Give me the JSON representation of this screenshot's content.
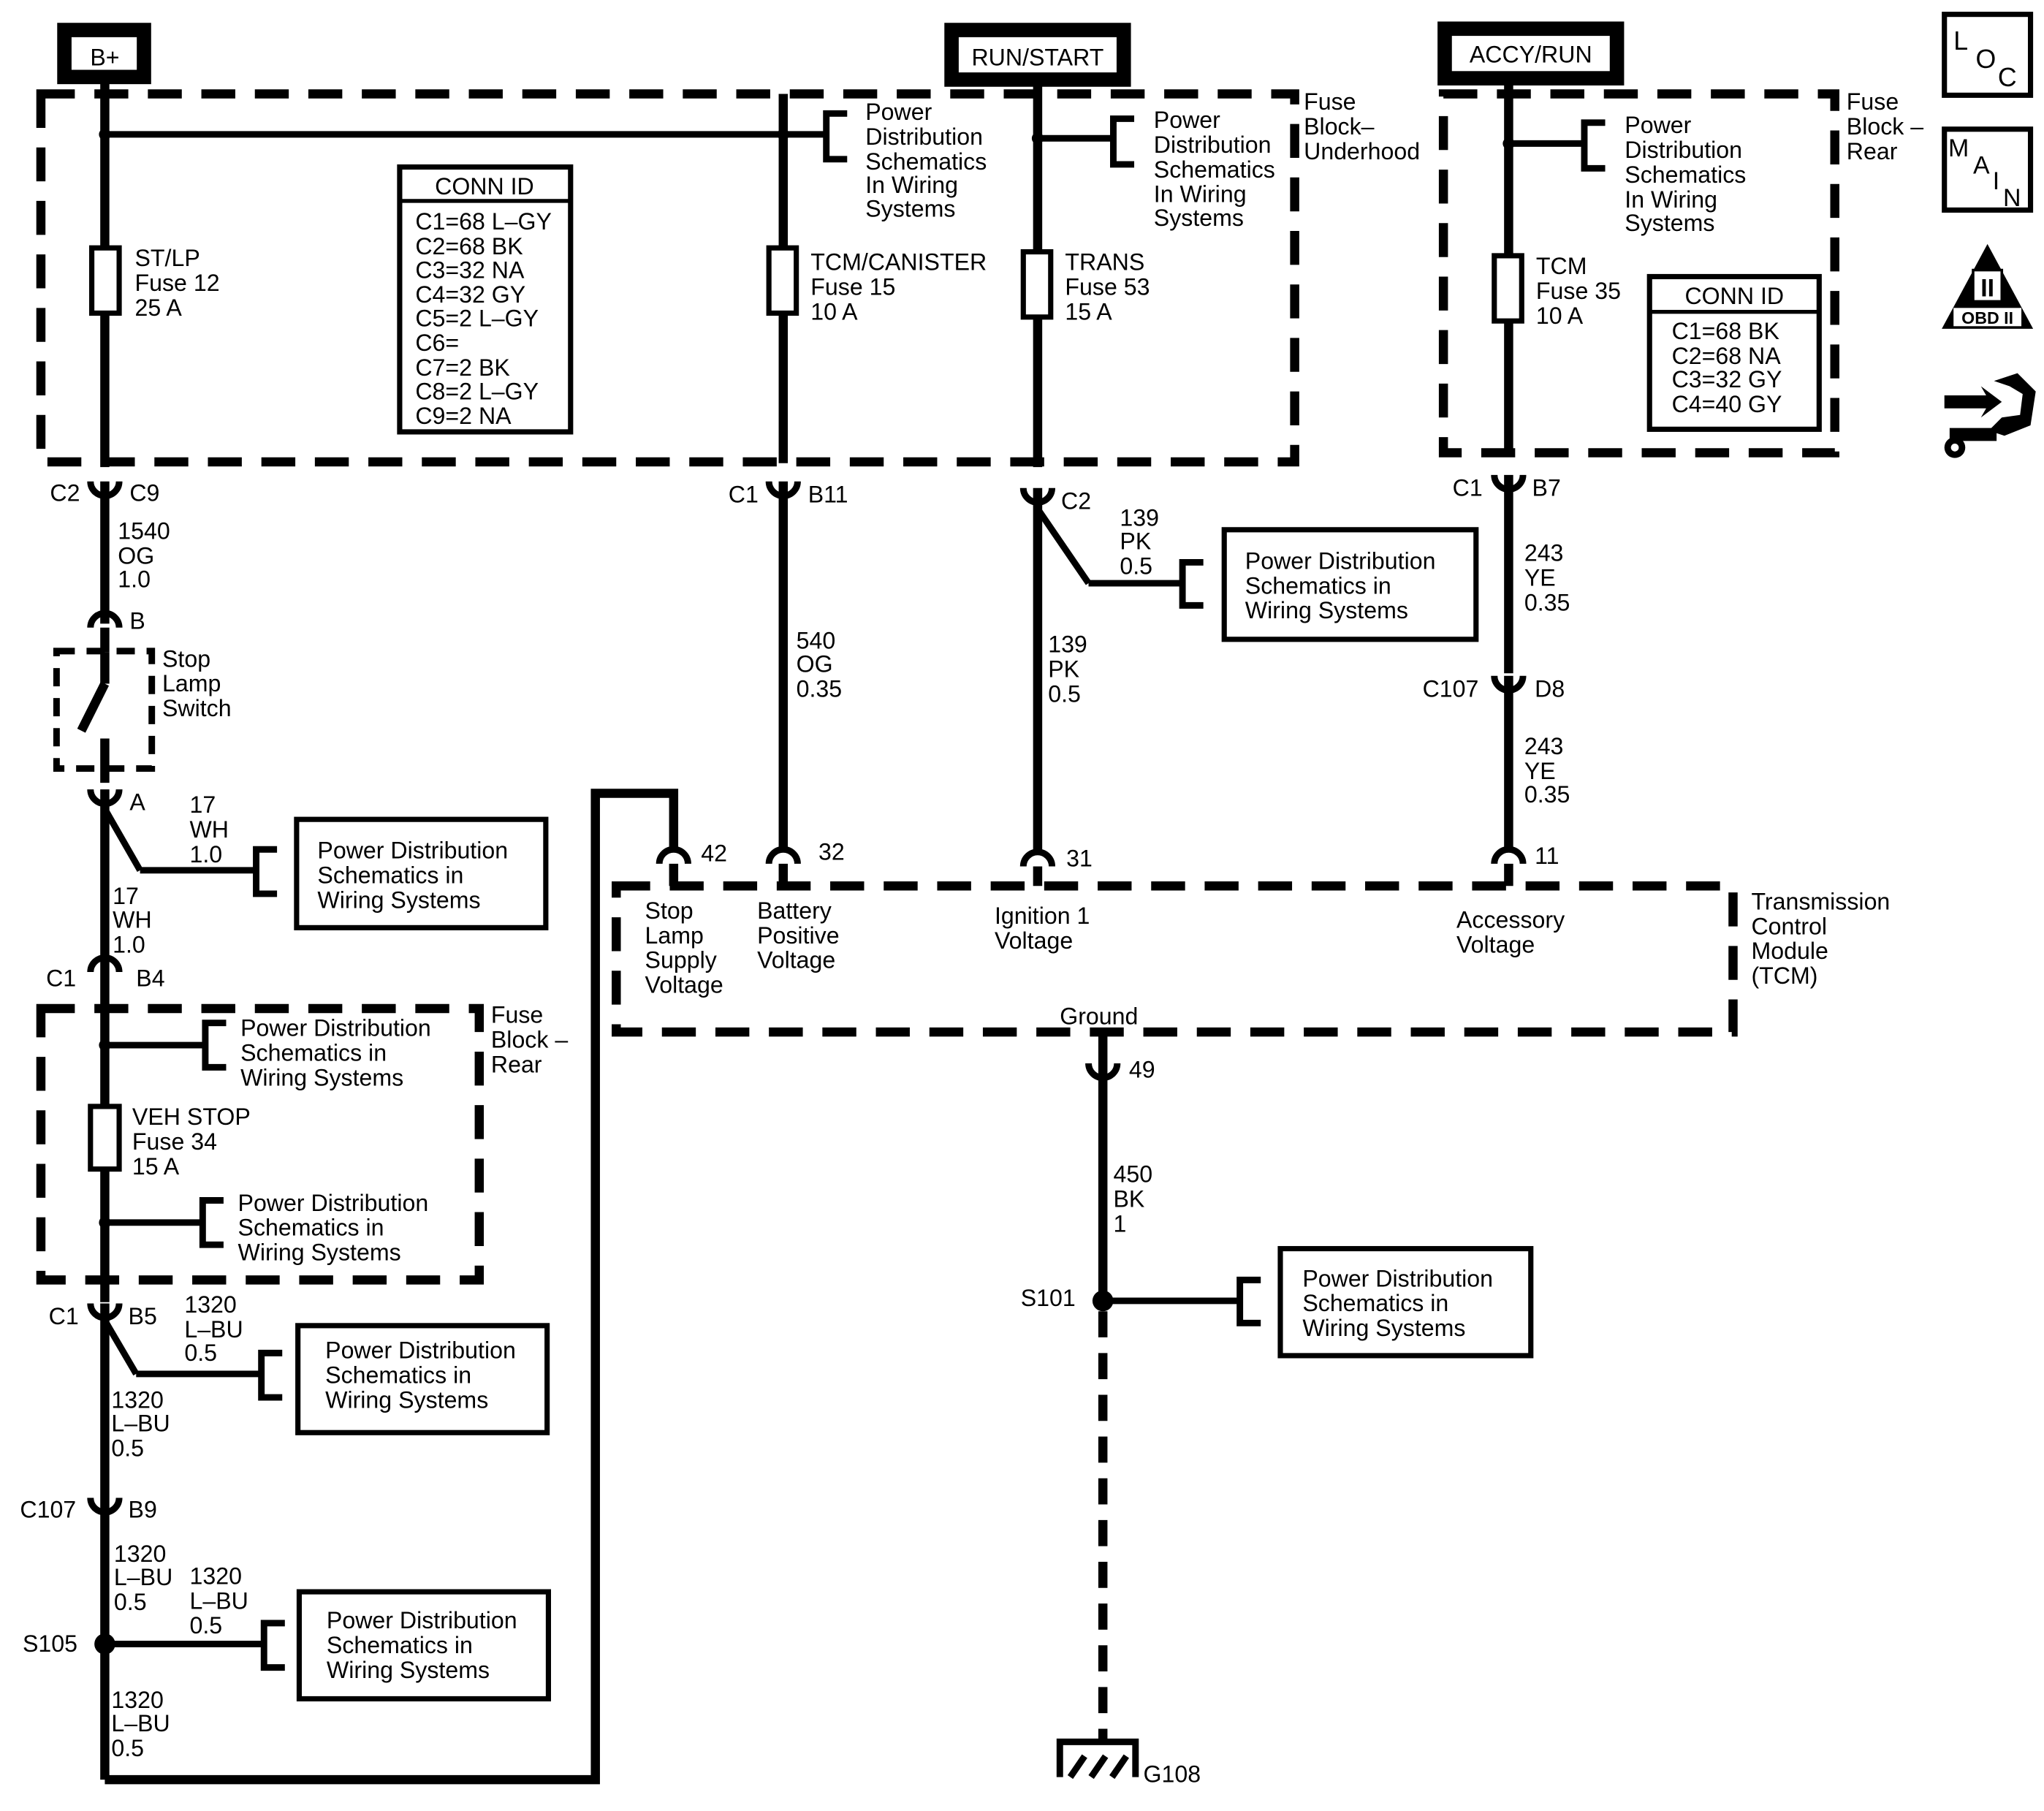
{
  "power_sources": {
    "b_plus": "B+",
    "run_start": "RUN/START",
    "accy_run": "ACCY/RUN"
  },
  "nav_icons": {
    "loc": [
      "L",
      "O",
      "C"
    ],
    "main": [
      "M",
      "A",
      "I",
      "N"
    ],
    "obd": {
      "numeral": "II",
      "label": "OBD II"
    }
  },
  "fuse_blocks": {
    "underhood": [
      "Fuse",
      "Block–",
      "Underhood"
    ],
    "rear_top": [
      "Fuse",
      "Block –",
      "Rear"
    ],
    "rear_left": [
      "Fuse",
      "Block –",
      "Rear"
    ]
  },
  "conn_id_underhood": {
    "title": "CONN ID",
    "rows": [
      "C1=68 L–GY",
      "C2=68 BK",
      "C3=32 NA",
      "C4=32 GY",
      "C5=2 L–GY",
      "C6=",
      "C7=2 BK",
      "C8=2 L–GY",
      "C9=2 NA"
    ]
  },
  "conn_id_rear": {
    "title": "CONN ID",
    "rows": [
      "C1=68 BK",
      "C2=68 NA",
      "C3=32 GY",
      "C4=40 GY"
    ]
  },
  "fuses": {
    "st_lp": [
      "ST/LP",
      "Fuse 12",
      "25 A"
    ],
    "tcm_canister": [
      "TCM/CANISTER",
      "Fuse 15",
      "10 A"
    ],
    "trans": [
      "TRANS",
      "Fuse 53",
      "15 A"
    ],
    "tcm": [
      "TCM",
      "Fuse 35",
      "10 A"
    ],
    "veh_stop": [
      "VEH STOP",
      "Fuse 34",
      "15 A"
    ]
  },
  "pds_5line": [
    "Power",
    "Distribution",
    "Schematics",
    "In Wiring",
    "Systems"
  ],
  "pds_3line": [
    "Power Distribution",
    "Schematics in",
    "Wiring Systems"
  ],
  "connectors": {
    "c2_c9": [
      "C2",
      "C9"
    ],
    "c1_b11": [
      "C1",
      "B11"
    ],
    "c2_trans": "C2",
    "c1_b7": [
      "C1",
      "B7"
    ],
    "b": "B",
    "a": "A",
    "c1_b4": [
      "C1",
      "B4"
    ],
    "c107_d8": [
      "C107",
      "D8"
    ],
    "c1_b5": [
      "C1",
      "B5"
    ],
    "c107_b9": [
      "C107",
      "B9"
    ],
    "s105": "S105",
    "s101": "S101",
    "g108": "G108"
  },
  "wires": {
    "w1540": [
      "1540",
      "OG",
      "1.0"
    ],
    "w540": [
      "540",
      "OG",
      "0.35"
    ],
    "w139": [
      "139",
      "PK",
      "0.5"
    ],
    "w243": [
      "243",
      "YE",
      "0.35"
    ],
    "w17": [
      "17",
      "WH",
      "1.0"
    ],
    "w1320": [
      "1320",
      "L–BU",
      "0.5"
    ],
    "w450": [
      "450",
      "BK",
      "1"
    ]
  },
  "switch": [
    "Stop",
    "Lamp",
    "Switch"
  ],
  "tcm": {
    "label": [
      "Transmission",
      "Control",
      "Module",
      "(TCM)"
    ],
    "pins": {
      "p42": "42",
      "p32": "32",
      "p31": "31",
      "p11": "11",
      "p49": "49"
    },
    "inputs": {
      "stop_lamp": [
        "Stop",
        "Lamp",
        "Supply",
        "Voltage"
      ],
      "battery": [
        "Battery",
        "Positive",
        "Voltage"
      ],
      "ignition": [
        "Ignition 1",
        "Voltage"
      ],
      "accessory": [
        "Accessory",
        "Voltage"
      ]
    },
    "ground": "Ground"
  }
}
